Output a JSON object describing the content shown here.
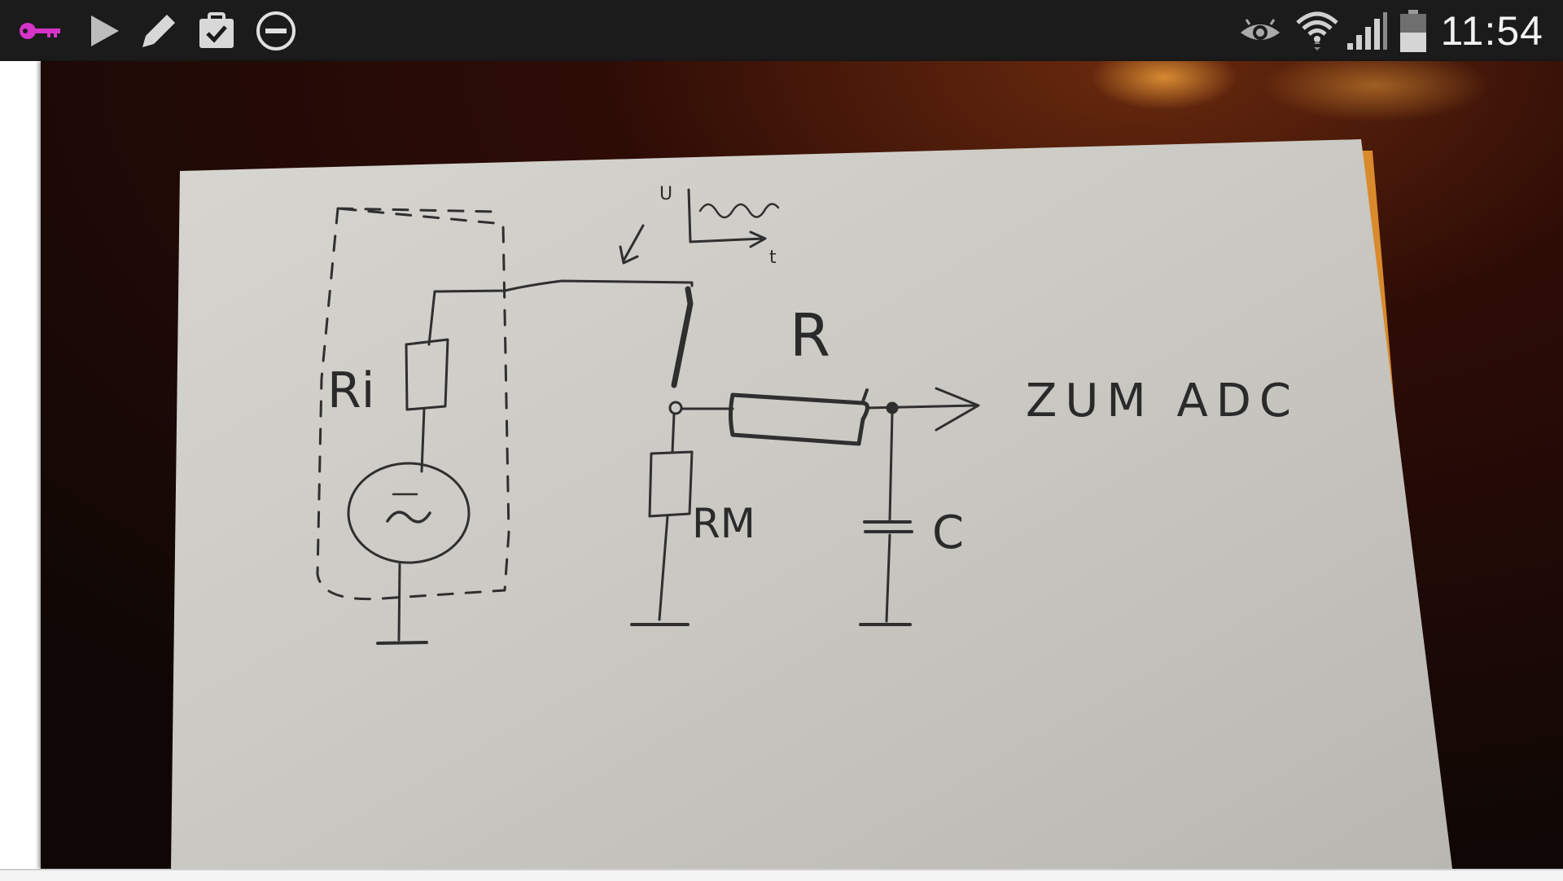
{
  "status_bar": {
    "time": "11:54",
    "background": "#1b1b1b",
    "left_icons": [
      "key-icon",
      "play-store-icon",
      "edit-icon",
      "clipboard-check-icon",
      "do-not-disturb-icon"
    ],
    "right_icons": [
      "eye-icon",
      "wifi-icon",
      "signal-icon",
      "battery-icon"
    ]
  },
  "photo": {
    "sketch_labels": {
      "internal_resistor": "Ri",
      "source_symbol": "~",
      "resistor": "R",
      "measure_resistor": "RM",
      "capacitor": "C",
      "output": "ZUM ADC",
      "graph_y": "U",
      "graph_x": "t"
    }
  }
}
